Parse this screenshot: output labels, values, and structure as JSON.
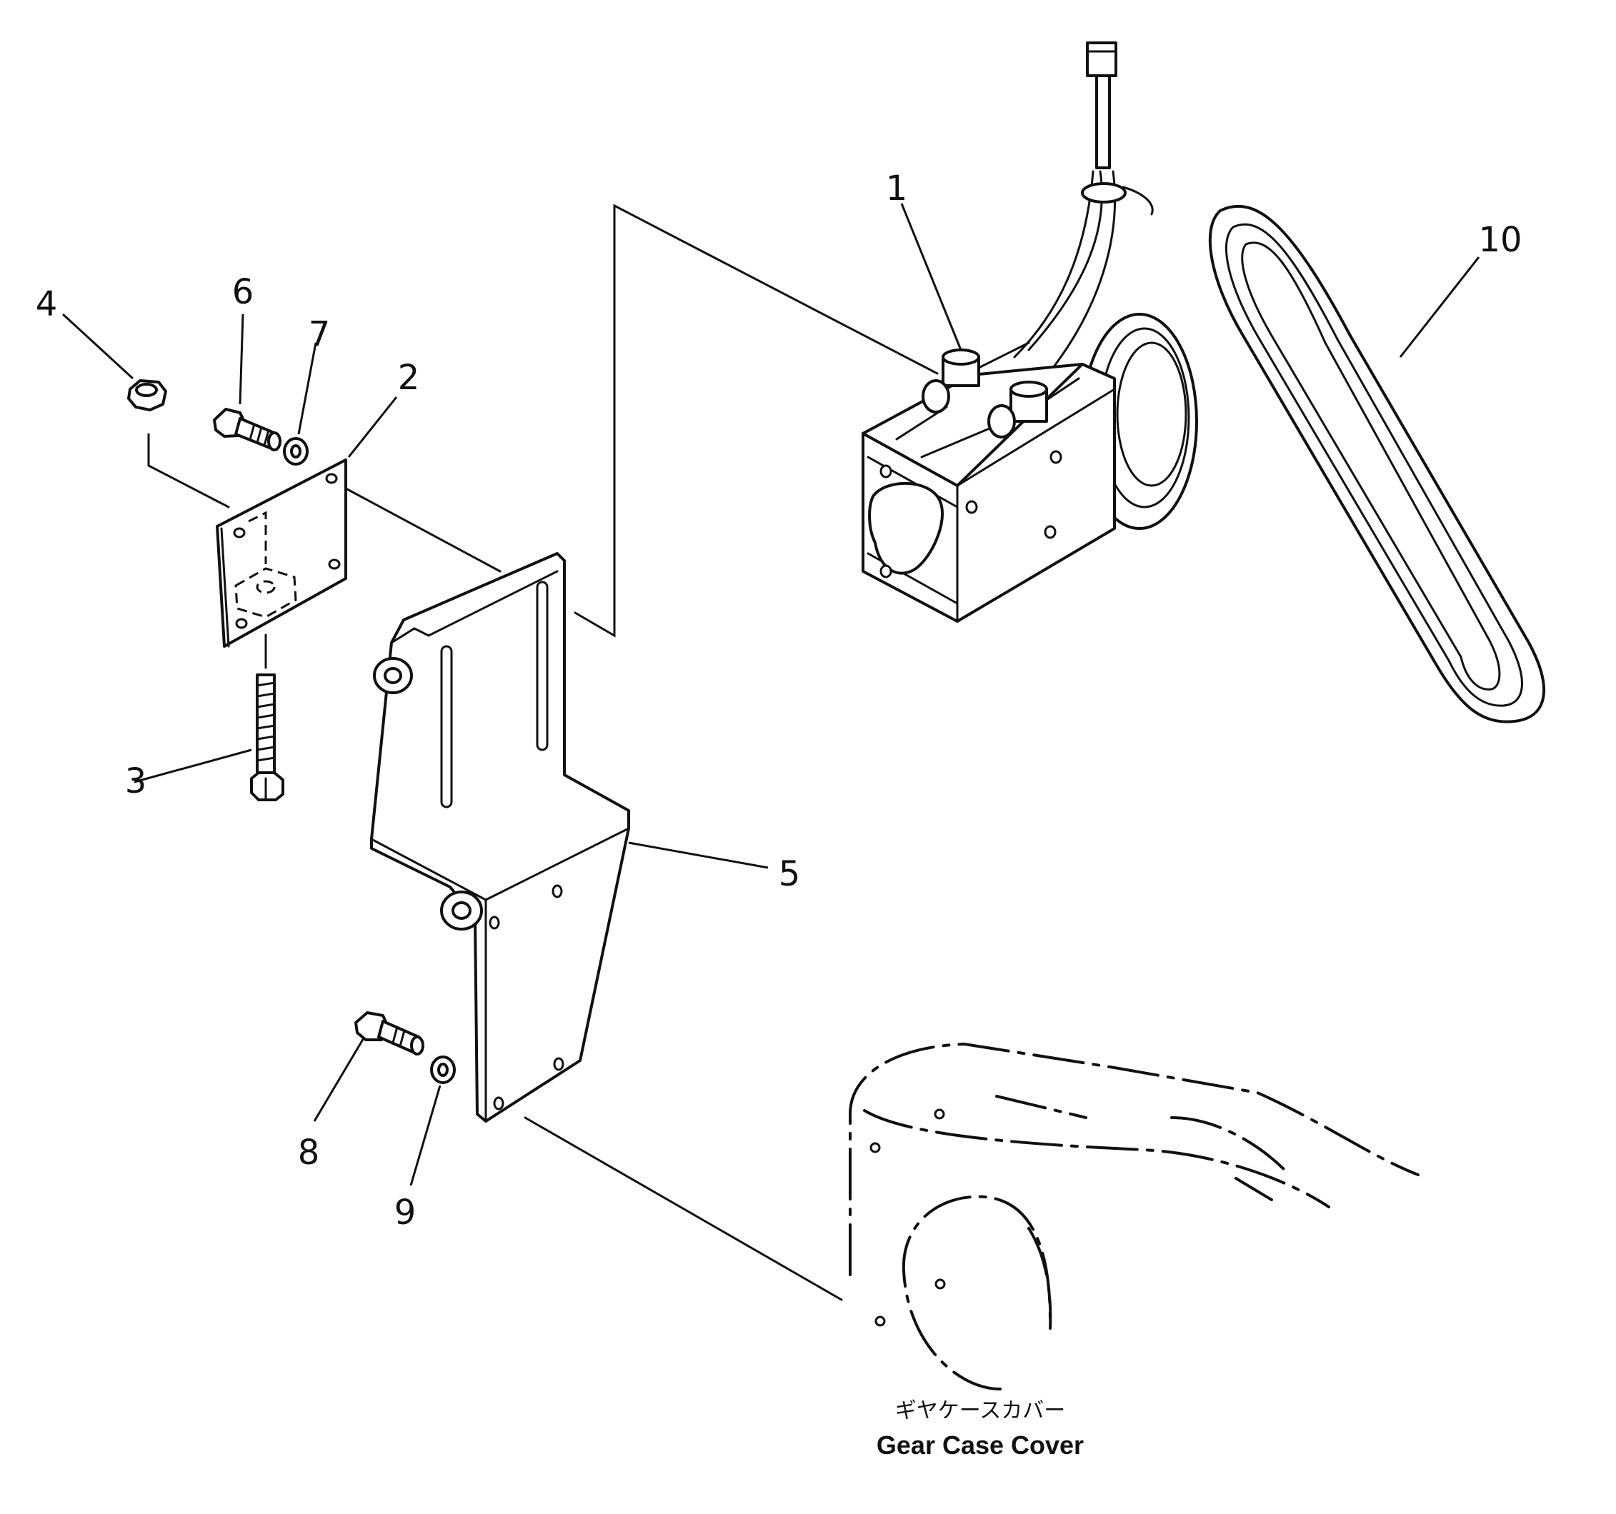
{
  "callouts": {
    "c1": "1",
    "c2": "2",
    "c3": "3",
    "c4": "4",
    "c5": "5",
    "c6": "6",
    "c7": "7",
    "c8": "8",
    "c9": "9",
    "c10": "10"
  },
  "caption": {
    "japanese": "ギヤケースカバー",
    "english": "Gear Case Cover"
  }
}
